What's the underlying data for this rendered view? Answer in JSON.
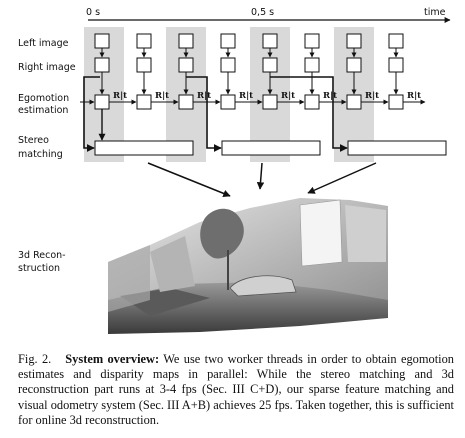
{
  "timeline": {
    "start_label": "0 s",
    "mid_label": "0,5 s",
    "end_label": "time"
  },
  "rows": {
    "left_image": "Left image",
    "right_image": "Right image",
    "egomotion_line1": "Egomotion",
    "egomotion_line2": "estimation",
    "stereo_line1": "Stereo",
    "stereo_line2": "matching",
    "recon_line1": "3d Recon-",
    "recon_line2": "struction"
  },
  "rt_label": "R|t",
  "caption": {
    "fig_label": "Fig. 2.",
    "heading": "System overview:",
    "body": "We use two worker threads in order to obtain egomotion estimates and disparity maps in parallel: While the stereo matching and 3d reconstruction part runs at 3-4 fps (Sec. III C+D), our sparse feature matching and visual odometry system (Sec. III A+B) achieves 25 fps. Taken together, this is sufficient for online 3d reconstruction."
  },
  "colors": {
    "shade": "#d9d9d9",
    "ink": "#111111"
  }
}
